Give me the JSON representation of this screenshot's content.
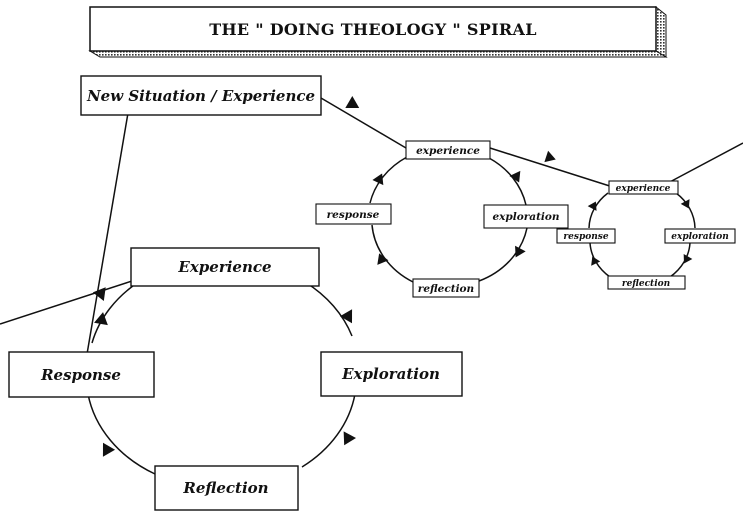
{
  "title": "THE \" DOING THEOLOGY \" SPIRAL",
  "start": {
    "label": "New Situation / Experience"
  },
  "cycles": [
    {
      "experience": "Experience",
      "exploration": "Exploration",
      "reflection": "Reflection",
      "response": "Response"
    },
    {
      "experience": "experience",
      "exploration": "exploration",
      "reflection": "reflection",
      "response": "response"
    },
    {
      "experience": "experience",
      "exploration": "exploration",
      "reflection": "reflection",
      "response": "response"
    }
  ]
}
